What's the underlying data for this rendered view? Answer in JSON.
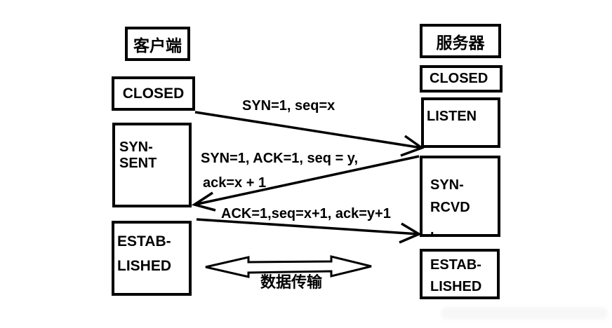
{
  "diagram_title": "TCP three-way handshake state diagram",
  "colors": {
    "line": "#000000",
    "background": "#ffffff",
    "text": "#000000"
  },
  "client": {
    "title": "客户端",
    "state_closed": "CLOSED",
    "state_syn_sent": "SYN-SENT",
    "state_established_line1": "ESTAB-",
    "state_established_line2": "LISHED"
  },
  "server": {
    "title": "服务器",
    "state_closed": "CLOSED",
    "state_listen": "LISTEN",
    "state_syn_rcvd_line1": "SYN-",
    "state_syn_rcvd_line2": "RCVD",
    "state_syn_rcvd_line3": ".",
    "state_established_line1": "ESTAB-",
    "state_established_line2": "LISHED"
  },
  "messages": {
    "syn": "SYN=1, seq=x",
    "syn_ack_line1": "SYN=1, ACK=1, seq = y,",
    "syn_ack_line2": "ack=x + 1",
    "ack": "ACK=1,seq=x+1, ack=y+1",
    "data_transfer": "数据传输"
  }
}
